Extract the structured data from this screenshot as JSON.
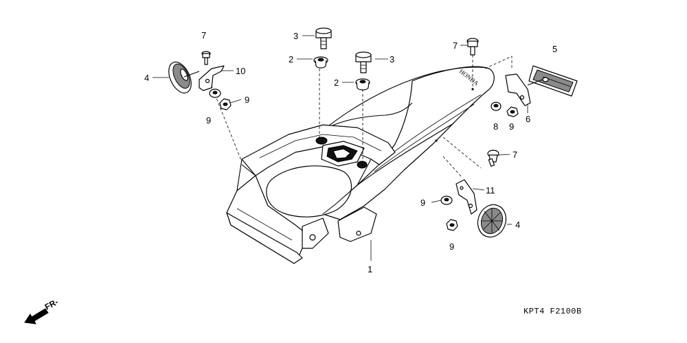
{
  "callouts": {
    "c7a": "7",
    "c10": "10",
    "c4a": "4",
    "c9a": "9",
    "c9b": "9",
    "c3a": "3",
    "c2a": "2",
    "c3b": "3",
    "c2b": "2",
    "c7b": "7",
    "c5": "5",
    "c8": "8",
    "c9c": "9",
    "c6": "6",
    "c7c": "7",
    "c11": "11",
    "c9d": "9",
    "c4b": "4",
    "c9e": "9",
    "c1": "1"
  },
  "brand_text": "HONDA",
  "direction_label": "FR-",
  "diagram_code": "KPT4 F2100B",
  "colors": {
    "line": "#000000",
    "background": "#ffffff"
  }
}
